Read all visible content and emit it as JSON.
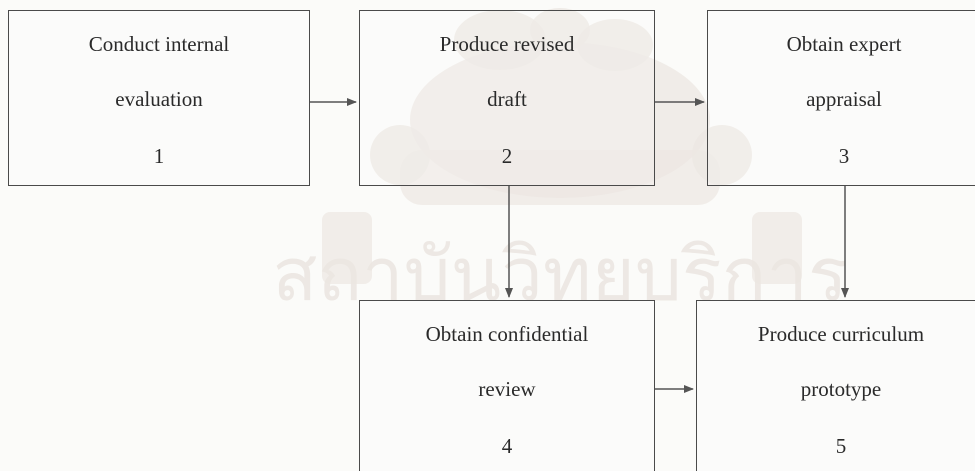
{
  "steps": [
    {
      "id": "1",
      "line1": "Conduct internal",
      "line2": "evaluation",
      "number": "1"
    },
    {
      "id": "2",
      "line1": "Produce revised",
      "line2": "draft",
      "number": "2"
    },
    {
      "id": "3",
      "line1": "Obtain expert",
      "line2": "appraisal",
      "number": "3"
    },
    {
      "id": "4",
      "line1": "Obtain confidential",
      "line2": "review",
      "number": "4"
    },
    {
      "id": "5",
      "line1": "Produce curriculum",
      "line2": "prototype",
      "number": "5"
    }
  ],
  "connections": [
    {
      "from": "1",
      "to": "2"
    },
    {
      "from": "2",
      "to": "3"
    },
    {
      "from": "2",
      "to": "4"
    },
    {
      "from": "3",
      "to": "5"
    },
    {
      "from": "4",
      "to": "5"
    }
  ],
  "colors": {
    "background": "#fbfbf9",
    "border": "#4a4a4a",
    "text": "#2a2a2a",
    "watermark": "#ece7e2"
  },
  "watermark_text": "สถาบันวิทยบริการ"
}
